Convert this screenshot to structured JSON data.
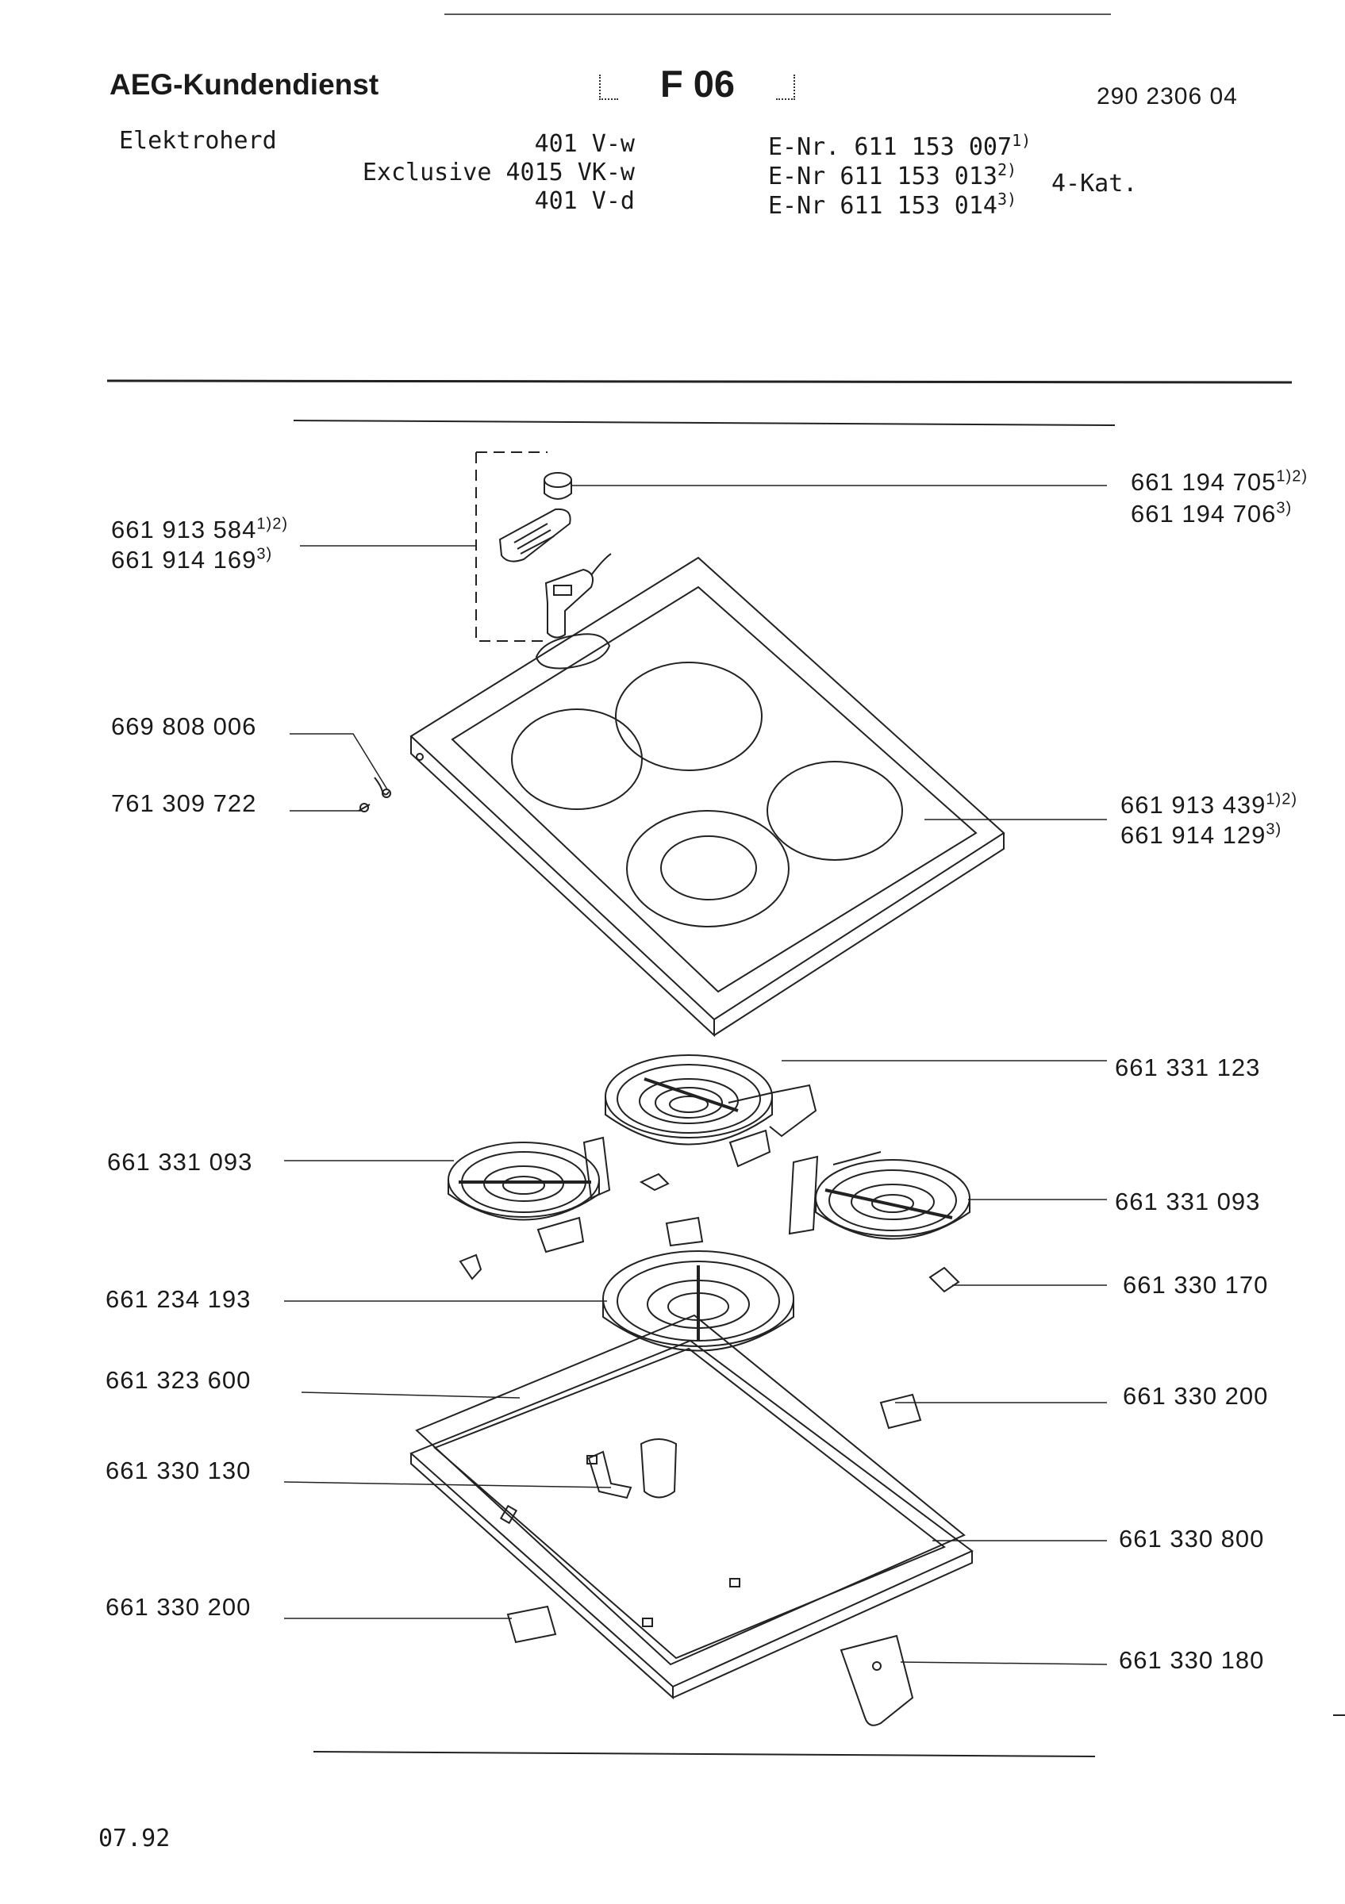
{
  "header": {
    "brand": "AEG-Kundendienst",
    "code": "F 06",
    "doc_number": "290 2306 04",
    "appliance": "Elektroherd",
    "models": [
      {
        "name": "401 V-w",
        "enr_prefix": "E-Nr.",
        "enr": "611 153 007",
        "note": "1)"
      },
      {
        "name": "Exclusive 4015 VK-w",
        "enr_prefix": "E-Nr",
        "enr": "611 153 013",
        "note": "2)"
      },
      {
        "name": "401 V-d",
        "enr_prefix": "E-Nr",
        "enr": "611 153 014",
        "note": "3)"
      }
    ],
    "category": "4-Kat."
  },
  "parts": {
    "knob_a": "661 194 705",
    "knob_a_note": "1)2)",
    "knob_b": "661 194 706",
    "knob_b_note": "3)",
    "handle_a": "661 913 584",
    "handle_a_note": "1)2)",
    "handle_b": "661 914 169",
    "handle_b_note": "3)",
    "wire": "669 808 006",
    "screw": "761 309 722",
    "cooktop_a": "661 913 439",
    "cooktop_a_note": "1)2)",
    "cooktop_b": "661 914 129",
    "cooktop_b_note": "3)",
    "large_heater": "661 331 123",
    "small_heater_left": "661 331 093",
    "small_heater_right": "661 331 093",
    "dual_heater": "661 234 193",
    "clip_right": "661 330 170",
    "frame": "661 323 600",
    "terminal_right": "661 330 200",
    "bracket": "661 330 130",
    "tray": "661 330 800",
    "terminal_left": "661 330 200",
    "mount_plate": "661 330 180"
  },
  "footer": {
    "date": "07.92"
  }
}
